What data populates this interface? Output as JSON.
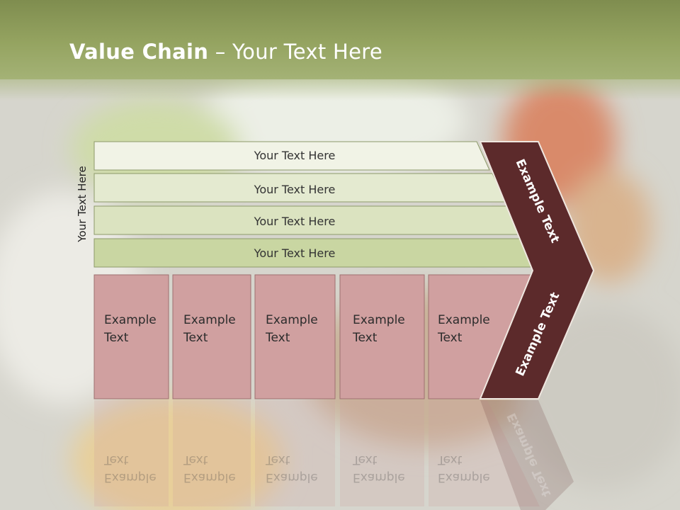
{
  "slide": {
    "title_bold": "Value Chain",
    "title_rest": " – Your Text Here",
    "side_label": "Your Text Here"
  },
  "rows": [
    {
      "label": "Your Text Here"
    },
    {
      "label": "Your Text Here"
    },
    {
      "label": "Your Text Here"
    },
    {
      "label": "Your Text Here"
    }
  ],
  "boxes": [
    {
      "line1": "Example",
      "line2": "Text"
    },
    {
      "line1": "Example",
      "line2": "Text"
    },
    {
      "line1": "Example",
      "line2": "Text"
    },
    {
      "line1": "Example",
      "line2": "Text"
    },
    {
      "line1": "Example",
      "line2": "Text"
    }
  ],
  "chevron": {
    "upper_label": "Example Text",
    "lower_label": "Example Text"
  },
  "colors": {
    "header": "#95a461",
    "row_fills": [
      "#f1f3e6",
      "#e4ead0",
      "#dbe3c0",
      "#c9d6a2"
    ],
    "box_fill": "#d0a0a0",
    "chevron": "#5c2a2b"
  }
}
